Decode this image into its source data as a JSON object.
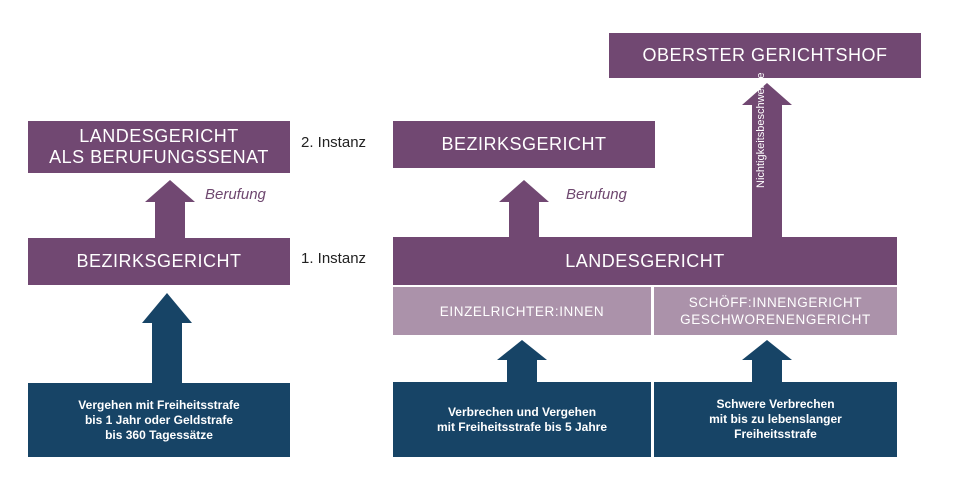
{
  "left": {
    "appeal_court": [
      "LANDESGERICHT",
      "ALS BERUFUNGSSENAT"
    ],
    "first_court": "BEZIRKSGERICHT",
    "appeal_label": "Berufung",
    "case": [
      "Vergehen mit Freiheitsstrafe",
      "bis 1 Jahr oder Geldstrafe",
      "bis 360 Tagessätze"
    ]
  },
  "labels": {
    "second_instance": "2. Instanz",
    "first_instance": "1. Instanz"
  },
  "right": {
    "supreme_court": "OBERSTER GERICHTSHOF",
    "appeal_court": "BEZIRKSGERICHT",
    "appeal_label": "Berufung",
    "nullity_label": "Nichtigkeitsbeschwerde",
    "first_court": "LANDESGERICHT",
    "single_judge": "EINZELRICHTER:INNEN",
    "jury": [
      "SCHÖFF:INNENGERICHT",
      "GESCHWORENENGERICHT"
    ],
    "case_mid": [
      "Verbrechen und Vergehen",
      "mit Freiheitsstrafe bis 5 Jahre"
    ],
    "case_severe": [
      "Schwere Verbrechen",
      "mit bis zu lebenslanger",
      "Freiheitsstrafe"
    ]
  },
  "colors": {
    "purple": "#714872",
    "lilac": "#ab92aa",
    "navy": "#174466"
  }
}
